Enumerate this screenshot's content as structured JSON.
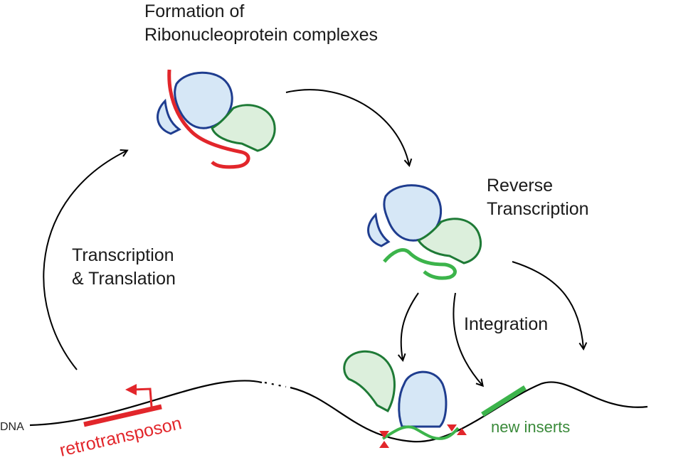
{
  "labels": {
    "formation_line1": "Formation of",
    "formation_line2": "Ribonucleoprotein complexes",
    "reverse_line1": "Reverse",
    "reverse_line2": "Transcription",
    "tt_line1": "Transcription",
    "tt_line2": "& Translation",
    "integration": "Integration",
    "new_inserts": "new inserts",
    "retrotransposon": "retrotransposon",
    "dna": "DNA"
  },
  "colors": {
    "blue_stroke": "#1f3d8f",
    "blue_fill": "#d6e7f6",
    "green_stroke": "#1e7a36",
    "green_fill": "#dcefdc",
    "red": "#e2262b",
    "light_green": "#3cb44b",
    "label_green": "#3a8a3a",
    "line": "#000000"
  }
}
